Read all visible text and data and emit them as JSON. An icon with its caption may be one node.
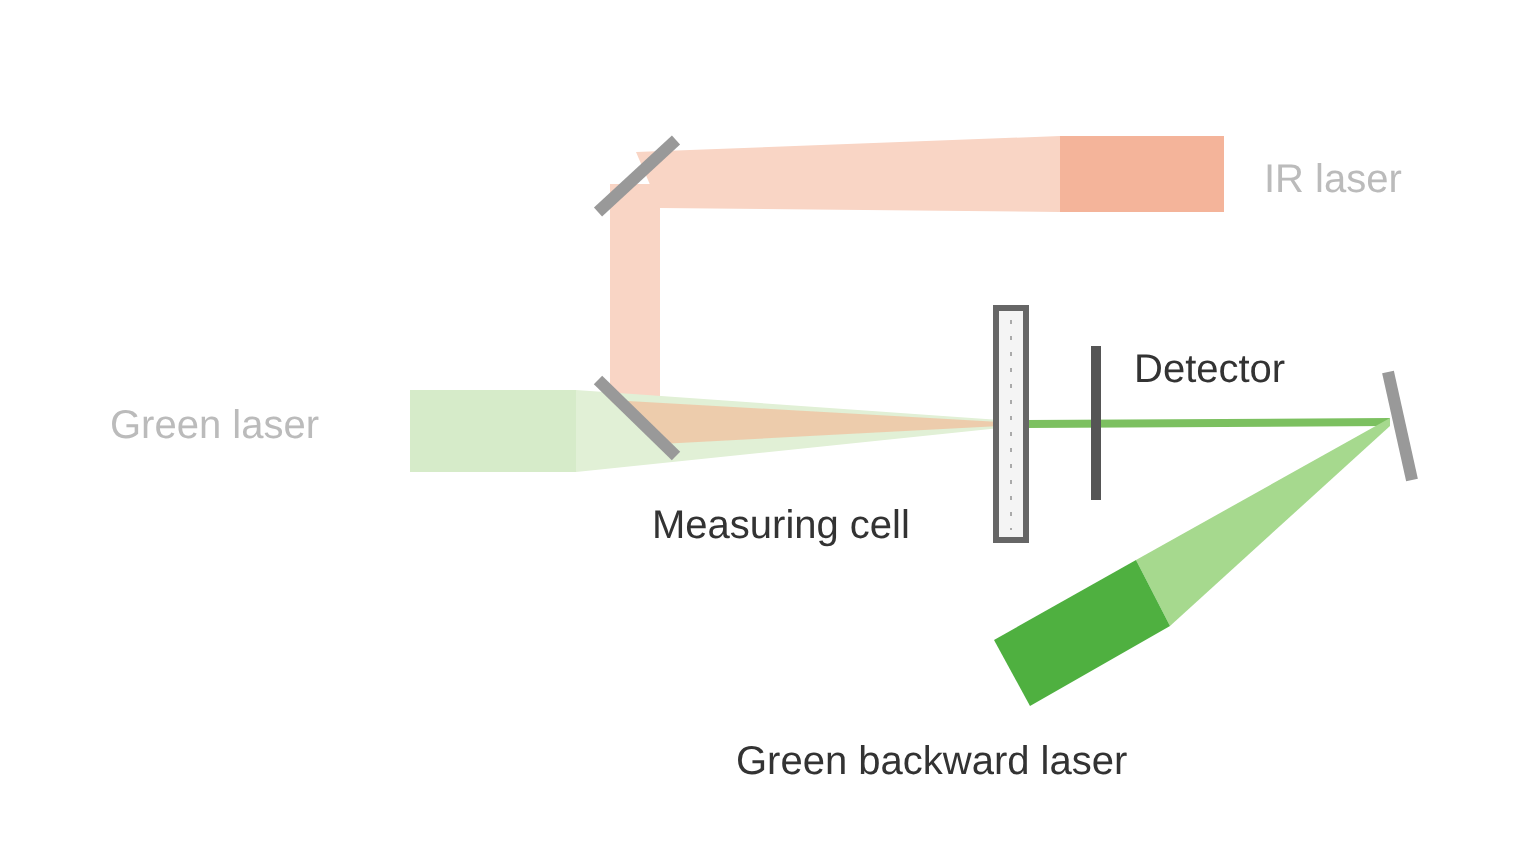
{
  "diagram": {
    "labels": [
      "IR laser",
      "Detector",
      "Green laser",
      "Measuring cell",
      "Green backward laser"
    ]
  }
}
